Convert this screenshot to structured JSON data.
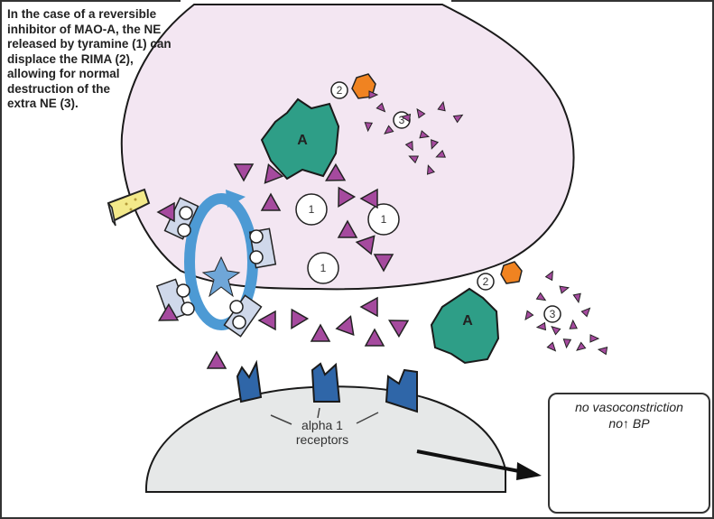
{
  "caption": "In the case of a reversible\ninhibitor of MAO-A, the NE\nreleased by tyramine (1) can\ndisplace the RIMA (2),\nallowing for normal\ndestruction of the\nextra NE (3).",
  "labels": {
    "tyramine_marker": "1",
    "rima_marker": "2",
    "ne_destruction_marker": "3",
    "enzyme_letter": "A",
    "receptors": "alpha 1\nreceptors"
  },
  "result_box": {
    "line1": "no vasoconstriction",
    "line2_prefix": "no",
    "line2_arrow": "↑",
    "line2_suffix": " BP"
  },
  "colors": {
    "presynaptic_fill": "#f3e6f2",
    "postsynaptic_fill": "#e6e8e8",
    "ne_triangle": "#a54a9e",
    "rima_hexagon": "#f08321",
    "mao_enzyme": "#2e9e87",
    "receptor": "#2f66a8",
    "transporter_arrow": "#4d9ad4",
    "cheese": "#f3e98a"
  },
  "icons": [
    "cheese-icon",
    "tyramine-circle-icon",
    "mao-a-enzyme-icon",
    "rima-hexagon-icon",
    "ne-triangle-icon",
    "reuptake-pump-icon",
    "alpha1-receptor-icon",
    "blood-pressure-cuff-icon"
  ]
}
